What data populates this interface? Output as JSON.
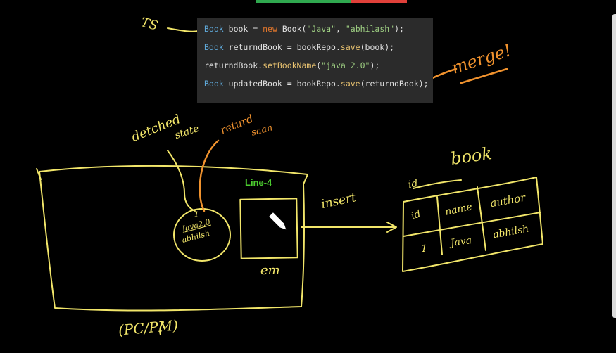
{
  "code": {
    "line1": {
      "type": "Book",
      "var": "book",
      "eq": " = ",
      "new": "new",
      "ctor": " Book(",
      "s1": "\"Java\"",
      "comma": ", ",
      "s2": "\"abhilash\"",
      "end": ");"
    },
    "line2": {
      "type": "Book",
      "var": "returndBook",
      "eq": " = bookRepo.",
      "method": "save",
      "args": "(book);"
    },
    "line3": {
      "obj": "returndBook.",
      "method": "setBookName",
      "open": "(",
      "s1": "\"java 2.0\"",
      "end": ");"
    },
    "line4": {
      "type": "Book",
      "var": "updatedBook",
      "eq": " = bookRepo.",
      "method": "save",
      "args": "(returndBook);"
    }
  },
  "annotations": {
    "ts": "TS",
    "merge": "merge!",
    "detached_1": "detched",
    "detached_2": "state",
    "returned_1": "returd",
    "returned_2": "saan",
    "line4": "Line-4",
    "insert": "insert",
    "book": "book",
    "id": "id",
    "em": "em",
    "pc_pm": "(PC/PM)",
    "circle_1": "1",
    "circle_2": "Java2.0",
    "circle_3": "abhilsh"
  },
  "table": {
    "headers": [
      "id",
      "name",
      "author"
    ],
    "row": [
      "1",
      "Java",
      "abhilsh"
    ]
  },
  "colors": {
    "background": "#000000",
    "chalk": "#f2e66a",
    "accent": "#f0922e",
    "label": "#4ccd2f"
  },
  "icons": [
    "pencil-icon"
  ]
}
